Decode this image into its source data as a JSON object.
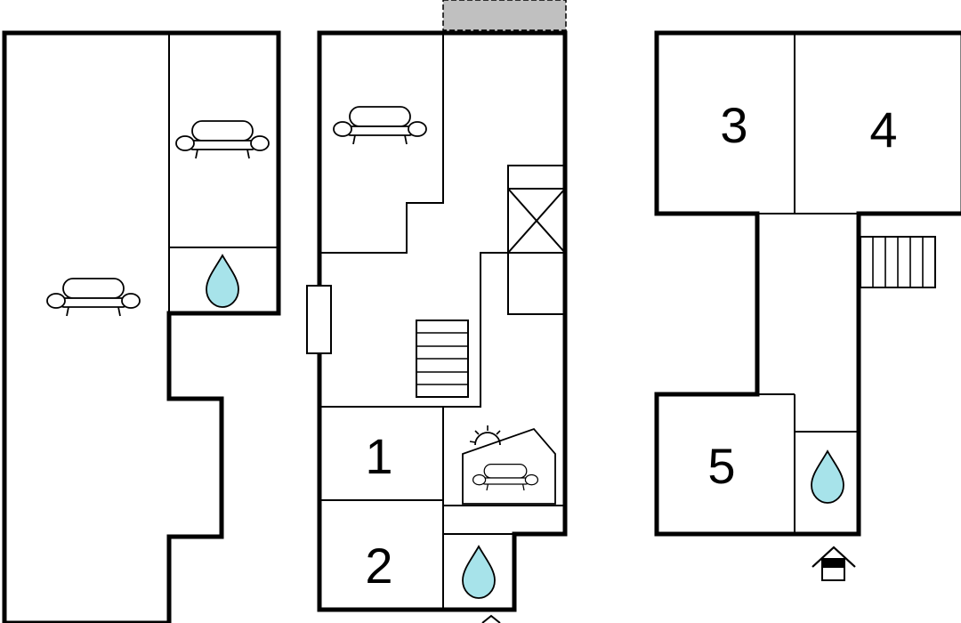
{
  "rooms": {
    "r1": "1",
    "r2": "2",
    "r3": "3",
    "r4": "4",
    "r5": "5"
  },
  "colors": {
    "water": "#a7e3ea",
    "terrace": "#c0c0c0",
    "wall": "#000000"
  },
  "icons": [
    "sofa-icon",
    "water-drop-icon",
    "stairs-icon",
    "fireplace-icon",
    "entrance-icon",
    "window-icon"
  ]
}
